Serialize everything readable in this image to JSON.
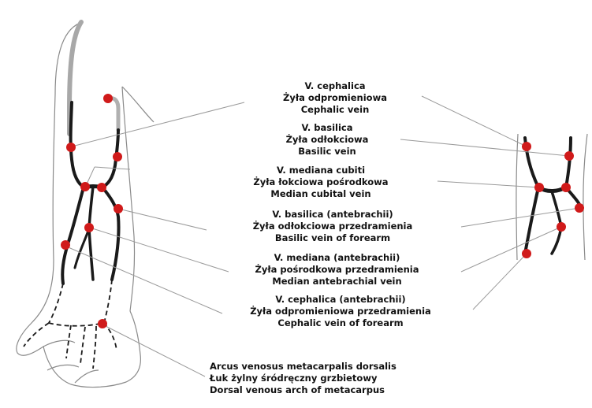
{
  "labels": {
    "cephalic": [
      "V. cephalica",
      "Żyła odpromieniowa",
      "Cephalic vein"
    ],
    "basilic": [
      "V. basilica",
      "Żyła odłokciowa",
      "Basilic vein"
    ],
    "median_cubital": [
      "V. mediana cubiti",
      "Żyła łokciowa pośrodkowa",
      "Median cubital vein"
    ],
    "basilic_forearm": [
      "V. basilica (antebrachii)",
      "Żyła odłokciowa przedramienia",
      "Basilic vein of forearm"
    ],
    "median_antebrachial": [
      "V. mediana (antebrachii)",
      "Żyła pośrodkowa przedramienia",
      "Median antebrachial vein"
    ],
    "cephalic_forearm": [
      "V. cephalica (antebrachii)",
      "Żyła odpromieniowa przedramienia",
      "Cephalic vein of forearm"
    ],
    "dorsal_arch": [
      "Arcus venosus metacarpalis dorsalis",
      "Łuk żylny śródręczny grzbietowy",
      "Dorsal venous arch of metacarpus"
    ]
  },
  "colors": {
    "vein": "#1a1a1a",
    "marker": "#d01a1a",
    "leader": "#9a9a9a",
    "outline": "#8a8a8a"
  }
}
